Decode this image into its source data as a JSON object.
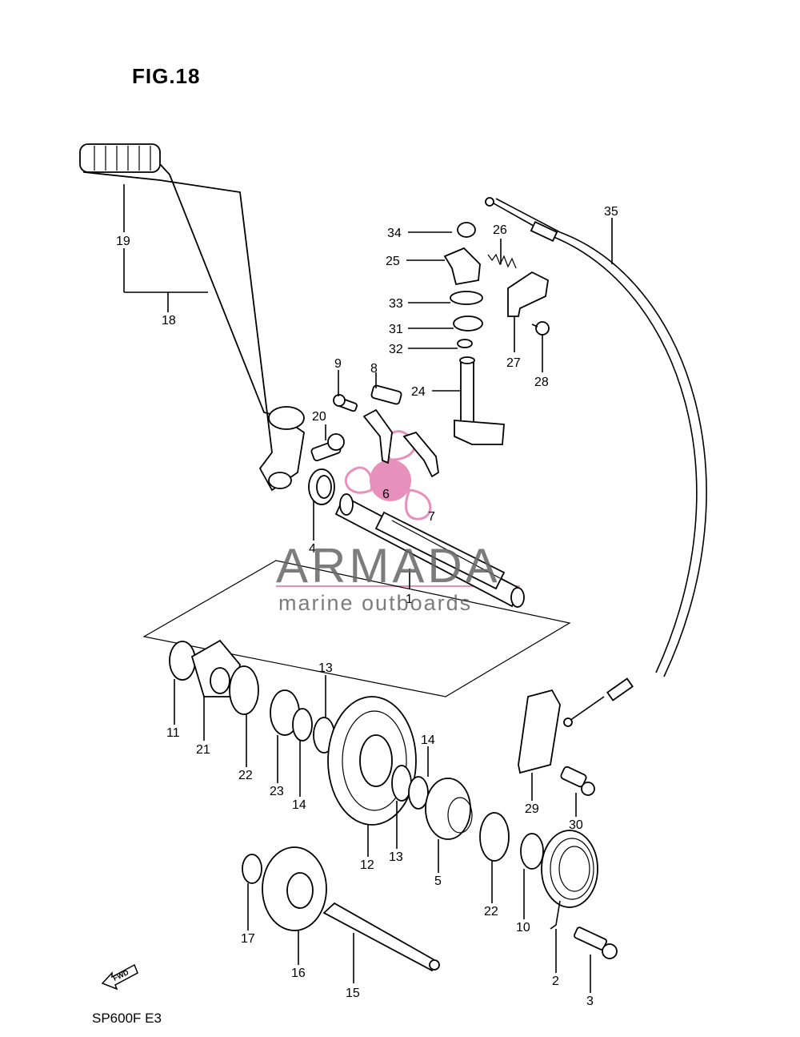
{
  "figure": {
    "title": "FIG.18",
    "model_code": "SP600F  E3",
    "fwd_label": "FWD"
  },
  "watermark": {
    "brand": "ARMADA",
    "tagline": "marine outboards",
    "accent_color": "#e27db0"
  },
  "callouts": {
    "p1": "1",
    "p2": "2",
    "p3": "3",
    "p4": "4",
    "p5": "5",
    "p6": "6",
    "p7": "7",
    "p8": "8",
    "p9": "9",
    "p10": "10",
    "p11": "11",
    "p12": "12",
    "p13a": "13",
    "p13b": "13",
    "p14a": "14",
    "p14b": "14",
    "p15": "15",
    "p16": "16",
    "p17": "17",
    "p18": "18",
    "p19": "19",
    "p20": "20",
    "p21": "21",
    "p22a": "22",
    "p22b": "22",
    "p23": "23",
    "p24": "24",
    "p25": "25",
    "p26": "26",
    "p27": "27",
    "p28": "28",
    "p29": "29",
    "p30": "30",
    "p31": "31",
    "p32": "32",
    "p33": "33",
    "p34": "34",
    "p35": "35"
  },
  "icons": {
    "forward": "fwd-arrow-icon",
    "watermark_logo": "propeller-logo-icon"
  }
}
